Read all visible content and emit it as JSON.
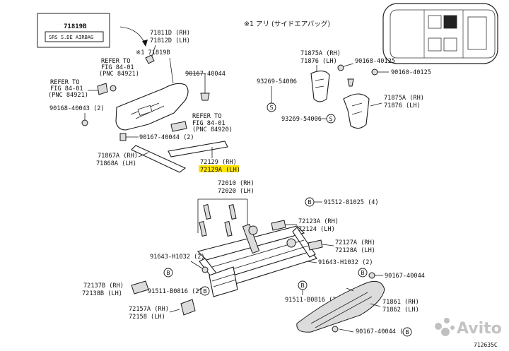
{
  "airbag_label": {
    "part_no": "71819B",
    "tag_text": "SRS S.DE AIRBAG"
  },
  "note": "※1 アリ (サイドエアバッグ)",
  "diagram_id": "712635C",
  "watermark": "Avito",
  "refers": [
    {
      "line1": "REFER TO",
      "line2": "FIG 84-01",
      "line3": "(PNC 84921)"
    },
    {
      "line1": "REFER TO",
      "line2": "FIG 84-01",
      "line3": "(PNC 84921)"
    },
    {
      "line1": "REFER TO",
      "line2": "FIG 84-01",
      "line3": "(PNC 84920)"
    }
  ],
  "labels": {
    "p71811": "71811D (RH)",
    "p71812": "71812D (LH)",
    "p71819": "※1 71819B",
    "p90167a": "90167-40044",
    "p90168a": "90168-40043 (2)",
    "p90167b": "90167-40044 (2)",
    "p71867": "71867A (RH)",
    "p71868": "71868A (LH)",
    "p72129": "72129 (RH)",
    "p72129a": "72129A (LH)",
    "p71875a": "71875A (RH)",
    "p71876a": "71876 (LH)",
    "p90168b": "90168-40125",
    "p90160": "90160-40125",
    "p93269a": "93269-54006",
    "p71875b": "71875A (RH)",
    "p71876b": "71876 (LH)",
    "p93269b": "93269-54006",
    "p72010": "72010 (RH)",
    "p72020": "72020 (LH)",
    "p91512": "91512-81025 (4)",
    "p72123": "72123A (RH)",
    "p72124": "72124 (LH)",
    "p72127": "72127A (RH)",
    "p72128": "72128A (LH)",
    "p91643a": "91643-H1032 (2)",
    "p91643b": "91643-H1032 (2)",
    "p90167c": "90167-40044",
    "p72137": "72137B (RH)",
    "p72138": "72138B (LH)",
    "p91511a": "91511-B0816 (2)",
    "p91511b": "91511-B0816 (2)",
    "p71861": "71861 (RH)",
    "p71862": "71862 (LH)",
    "p72157": "72157A (RH)",
    "p72158": "72158 (LH)",
    "p90167d": "90167-40044 (2)"
  },
  "callouts": {
    "b": "B",
    "s": "S"
  },
  "colors": {
    "highlight": "#ffe400",
    "line": "#1a1a1a",
    "watermark": "#b0b0b0"
  }
}
